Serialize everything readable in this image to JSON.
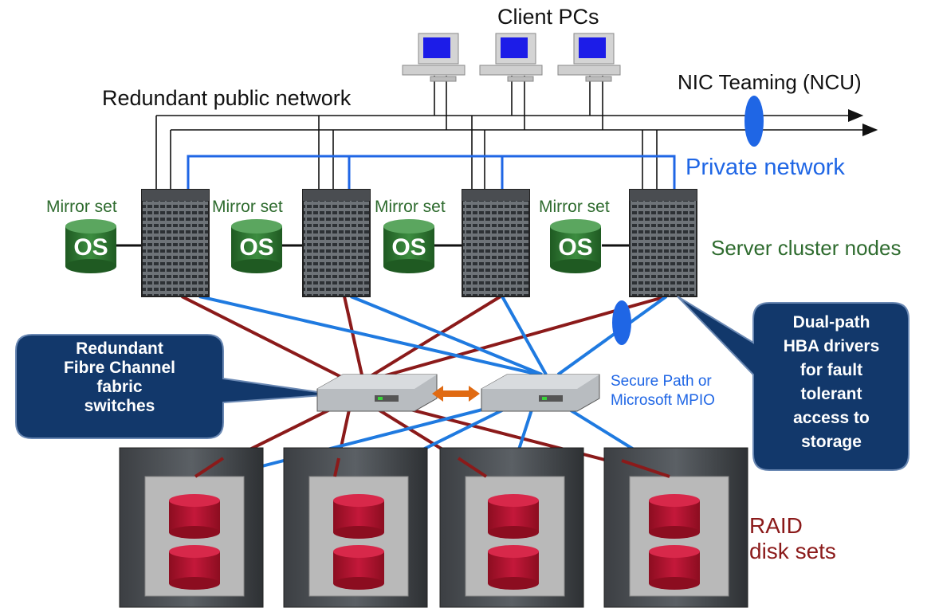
{
  "labels": {
    "client_pcs": "Client PCs",
    "nic_teaming": "NIC Teaming (NCU)",
    "public_network": "Redundant public network",
    "private_network": "Private network",
    "server_cluster": "Server cluster nodes",
    "mirror_set": "Mirror set",
    "os": "OS",
    "secure_path_line1": "Secure Path or",
    "secure_path_line2": "Microsoft MPIO",
    "raid_line1": "RAID",
    "raid_line2": "disk sets"
  },
  "callouts": {
    "fibre_channel": [
      "Redundant",
      "Fibre Channel",
      "fabric",
      "switches"
    ],
    "dual_path": [
      "Dual-path",
      "HBA drivers",
      "for fault",
      "tolerant",
      "access to",
      "storage"
    ]
  },
  "colors": {
    "public_line": "#111111",
    "private_line": "#1f66e5",
    "fc_red": "#8b1a1a",
    "fc_blue": "#1f7ae0",
    "callout_bg": "#12386b",
    "os_green": "#2f7a33",
    "disk_red": "#b0122a",
    "isl_arrow": "#e06a12"
  }
}
